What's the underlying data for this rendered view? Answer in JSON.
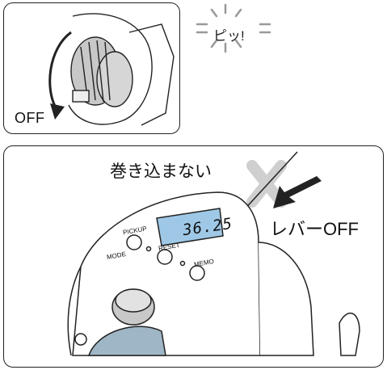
{
  "top": {
    "off_label": "OFF",
    "beep_text": "ピッ!"
  },
  "bottom": {
    "no_wind_label": "巻き込まない",
    "lever_off_label": "レバーOFF",
    "lcd_value": "36.25",
    "buttons": {
      "pickup": "PICKUP",
      "reset": "RESET",
      "memo": "MEMO",
      "mode": "MODE"
    }
  },
  "colors": {
    "line": "#222222",
    "lcd": "#9ec8e6",
    "knob": "#c8c8c8",
    "spool": "#9fb6c6",
    "cross": "#cfcfcf"
  },
  "icons": [
    "rotation-arrow-icon",
    "beep-burst-icon",
    "prohibited-cross-icon",
    "arrow-pointing-lever-icon"
  ]
}
